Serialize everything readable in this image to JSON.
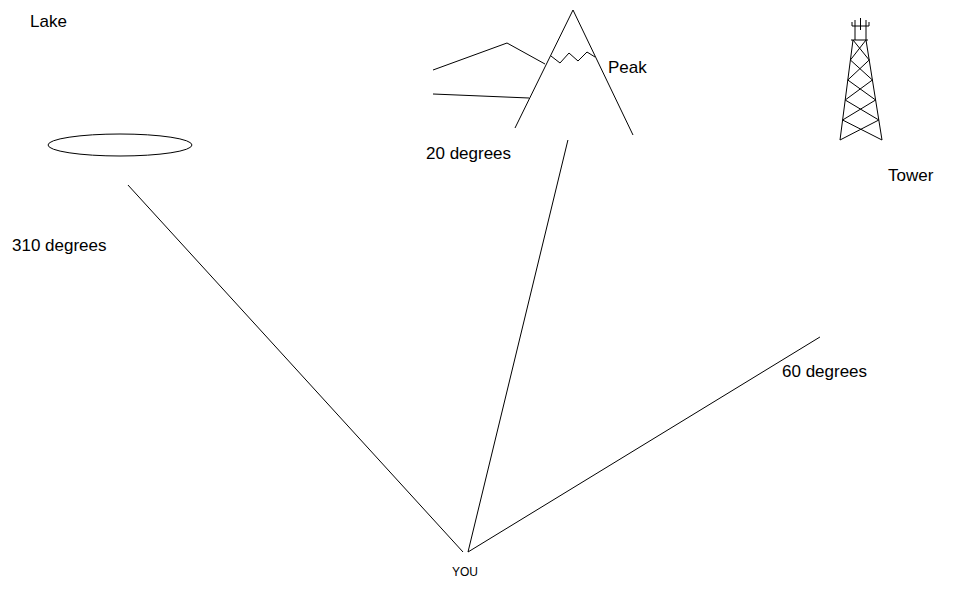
{
  "diagram": {
    "nodes": [
      {
        "text": [
          "Lake"
        ]
      },
      {
        "text": [
          "Peak"
        ]
      },
      {
        "text": [
          "Tower"
        ]
      },
      {
        "text": [
          "YOU"
        ]
      }
    ],
    "edges": [
      {
        "from": 3,
        "to": 0,
        "arrow": "none",
        "label": "310 degrees"
      },
      {
        "from": 3,
        "to": 1,
        "arrow": "none",
        "label": "20 degrees"
      },
      {
        "from": 3,
        "to": 2,
        "arrow": "none",
        "label": "60 degrees"
      }
    ]
  }
}
